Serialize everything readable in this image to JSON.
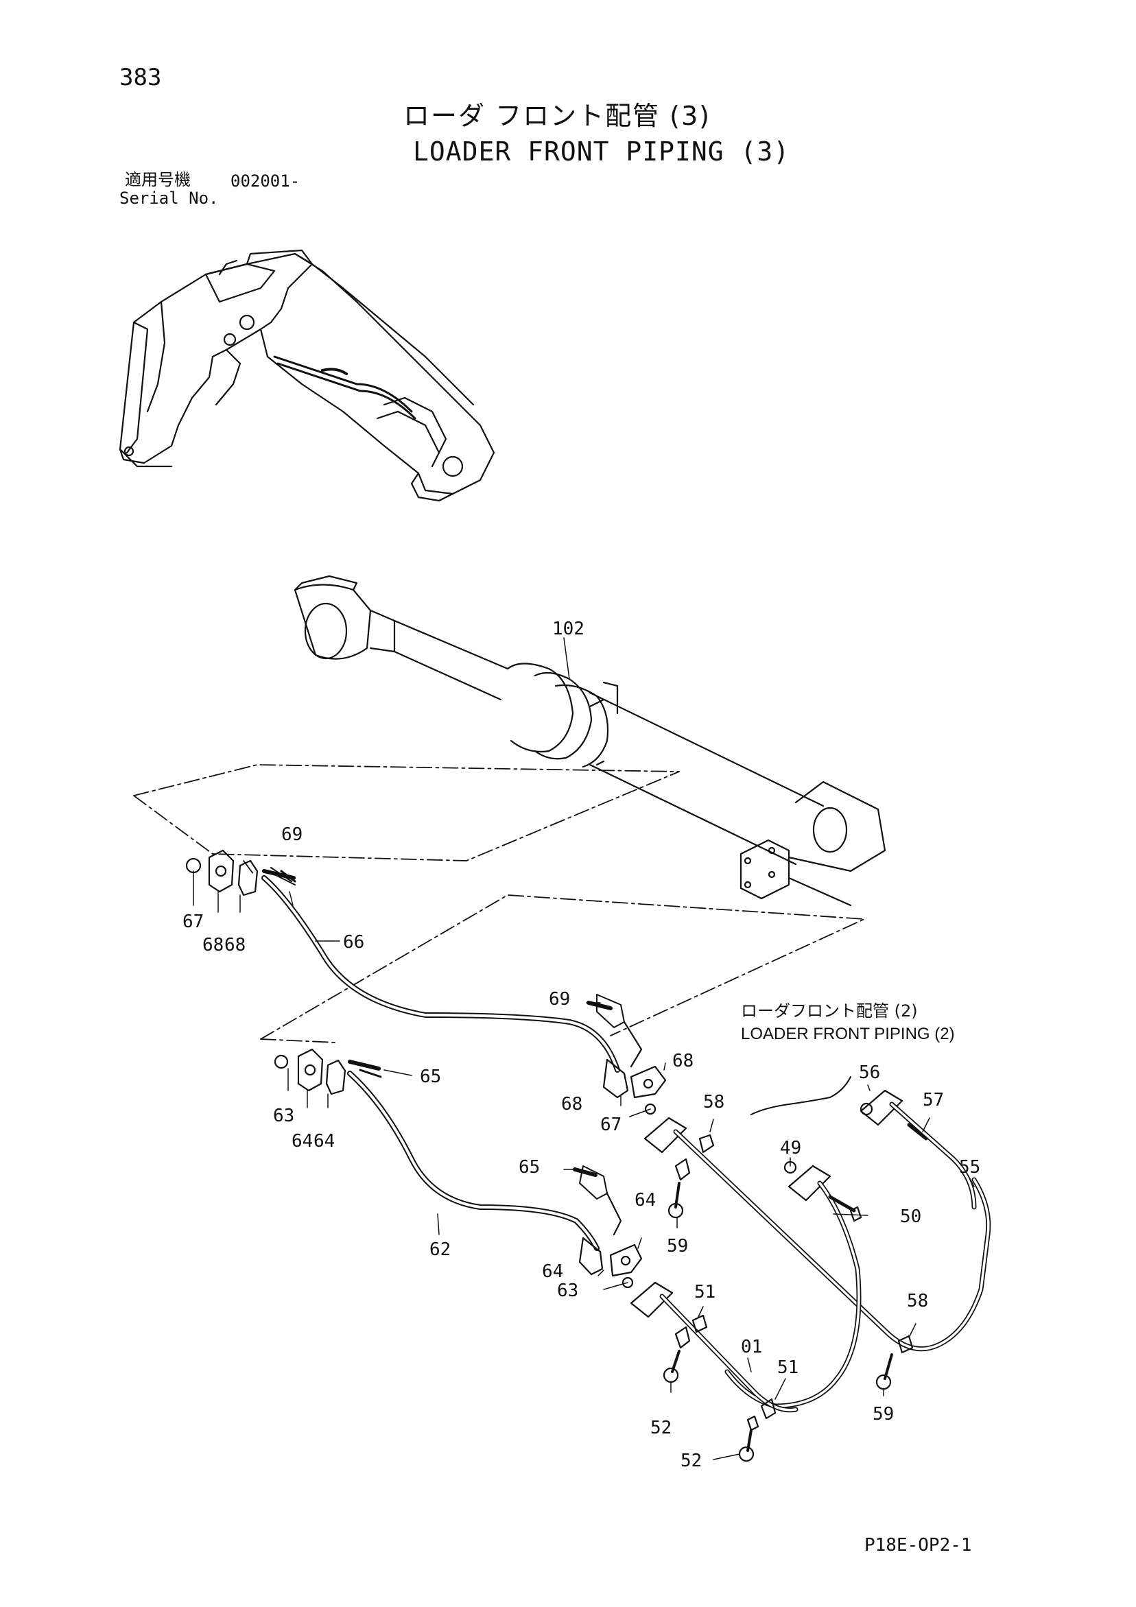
{
  "page": {
    "number": "383",
    "title_jp": "ローダ フロント配管 (3)",
    "title_en": "LOADER FRONT PIPING (3)",
    "serial_label_jp": "適用号機",
    "serial_value": "002001-",
    "serial_label_en": "Serial No.",
    "reference_jp": "ローダフロント配管 (2)",
    "reference_en": "LOADER FRONT PIPING (2)",
    "footer_code": "P18E-OP2-1"
  },
  "callouts": [
    "102",
    "69",
    "67",
    "68",
    "68",
    "66",
    "69",
    "68",
    "68",
    "67",
    "63",
    "64",
    "64",
    "65",
    "62",
    "65",
    "64",
    "64",
    "63",
    "58",
    "59",
    "49",
    "50",
    "56",
    "57",
    "55",
    "51",
    "52",
    "01",
    "51",
    "52",
    "58",
    "59"
  ]
}
